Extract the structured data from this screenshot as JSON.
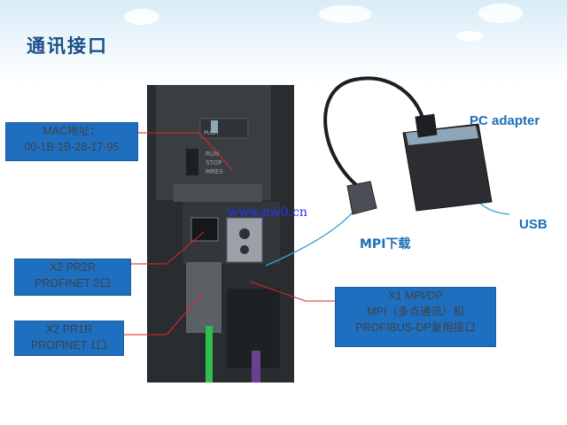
{
  "slide": {
    "title": "通讯接口"
  },
  "callouts": {
    "mac": {
      "line1": "MAC地址：",
      "line2": "00-1B-1B-28-17-95"
    },
    "port2": {
      "line1": "X2 PR2R",
      "line2": "PROFINET 2口"
    },
    "port1": {
      "line1": "X2 PR1R",
      "line2": "PROFINET 1口"
    },
    "mpi": {
      "line1": "X1 MPI/DP",
      "line2": "MPI（多点通讯）和",
      "line3": "PROFIBUS-DP复用接口"
    }
  },
  "labels": {
    "pc_adapter": "PC adapter",
    "usb": "USB",
    "mpi_download": "MPI下载"
  },
  "watermark": "www.pw0.cn",
  "device_panel": {
    "push": "PUSH",
    "run": "RUN",
    "stop": "STOP",
    "mres": "MRES"
  },
  "colors": {
    "title": "#1c4e86",
    "callout_bg": "#1f6fc1",
    "label_blue": "#1b6fb8",
    "leader_red": "#d9262b",
    "cable_green": "#1fb35b",
    "watermark": "#1f35ff"
  }
}
